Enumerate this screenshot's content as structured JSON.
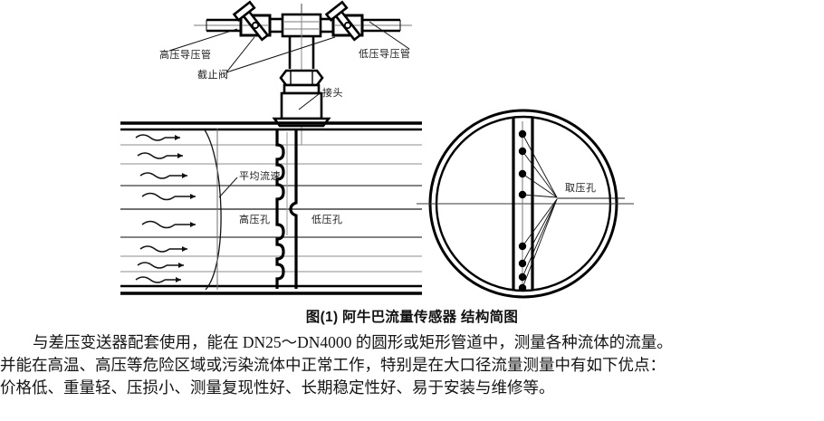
{
  "figure": {
    "caption": "图(1)  阿牛巴流量传感器 结构简图",
    "labels": {
      "high_pressure_pipe": "高压导压管",
      "low_pressure_pipe": "低压导压管",
      "stop_valve": "截止阀",
      "connector": "接头",
      "average_velocity": "平均流速",
      "high_pressure_hole": "高压孔",
      "low_pressure_hole": "低压孔",
      "pressure_tap_hole": "取压孔"
    },
    "colors": {
      "line": "#000000",
      "thin_line": "#6f6f6f",
      "text": "#1a1a1a"
    },
    "counts": {
      "flow_arrows": 8,
      "tap_holes": 8
    }
  },
  "body": {
    "line1": "与差压变送器配套使用，能在 DN25～DN4000 的圆形或矩形管道中，测量各种流体的流量。",
    "line2": "并能在高温、高压等危险区域或污染流体中正常工作，特别是在大口径流量测量中有如下优点：",
    "line3": "价格低、重量轻、压损小、测量复现性好、长期稳定性好、易于安装与维修等。"
  }
}
